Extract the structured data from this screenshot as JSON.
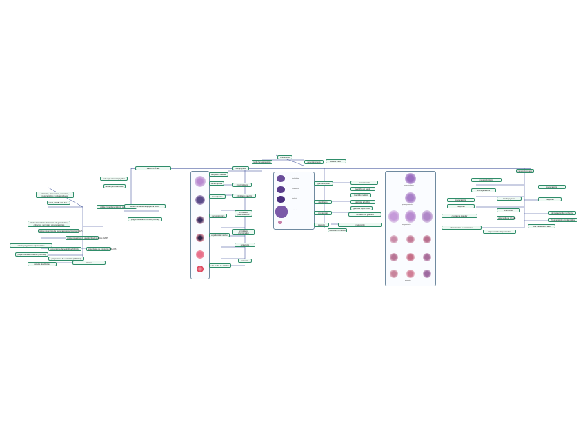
{
  "colors": {
    "node_fill": "#eef9f3",
    "node_border": "#2f8d6a",
    "link": "#2b3f8f",
    "panel_border": "#6f8aa0"
  },
  "center": {
    "title": "MEDULA ÓSEA"
  },
  "left_branch": {
    "hub": "célula progenitora mieloide común (CMP)",
    "items": [
      "serie roja o hematopoyética",
      "células pluripotenciales",
      "eritrocitos, granulocitos, monocitos, megacariocitos y células cebadas",
      "célula troncal hematopoyética (HSC)",
      "CD34, CD38, c-kit, Sca-1",
      "progenitores de eritrocitos (CFU-E)",
      "células formadoras de colonias de granulocitos, eritrocitos, monocitos y megacariocitos",
      "célula progenitora de megacariocitos/eritrocitos (MEP)",
      "célula progenitora de granulocitos/monocitos (GMP)",
      "células progenitoras bipotenciales",
      "progenitores de neutrófilos (CFU-G)",
      "progenitores de monocitos (CFU-M)",
      "progenitores de basófilos (CFU-Ba)",
      "progenitores de eosinófilos (CFU-Eo)",
      "células dendríticas",
      "citocinas"
    ]
  },
  "middle_branch": {
    "hub": "eritropoyesis",
    "items": [
      "proeritroblasto",
      "eritroblasto basófilo",
      "eritroblasto policromatófilo",
      "eritroblasto ortocromático",
      "reticulocito",
      "eritrocito",
      "citoplasma basófilo",
      "núcleo grande",
      "hemoglobina",
      "núcleo picnótico",
      "expulsión del núcleo",
      "vida media de 120 días"
    ]
  },
  "granulo_branch": {
    "hub": "granulopoyesis",
    "items": [
      "mieloblasto",
      "promielocito",
      "mielocito",
      "metamielocito",
      "neutrófilo en banda",
      "neutrófilo maduro",
      "gránulos azurófilos",
      "gránulos específicos",
      "formación de gránulos",
      "maduración",
      "núcleo en herradura"
    ]
  },
  "right_branch": {
    "hub": "megacariopoyesis",
    "items": [
      "megacarioblasto",
      "promegacariocito",
      "megacariocito",
      "plaquetas",
      "trombopoyetina",
      "endomitosis",
      "citoplasma granular",
      "vida media de 10 días",
      "demarcación de membrana",
      "fragmentación citoplasmática"
    ]
  },
  "top_nodes": [
    "tejido hematopoyético",
    "linfopoyesis",
    "monocitopoyesis",
    "células madre"
  ],
  "panel_labels": [
    "megacarioblasto",
    "promegacariocito",
    "megacariocito",
    "plaquetas"
  ]
}
